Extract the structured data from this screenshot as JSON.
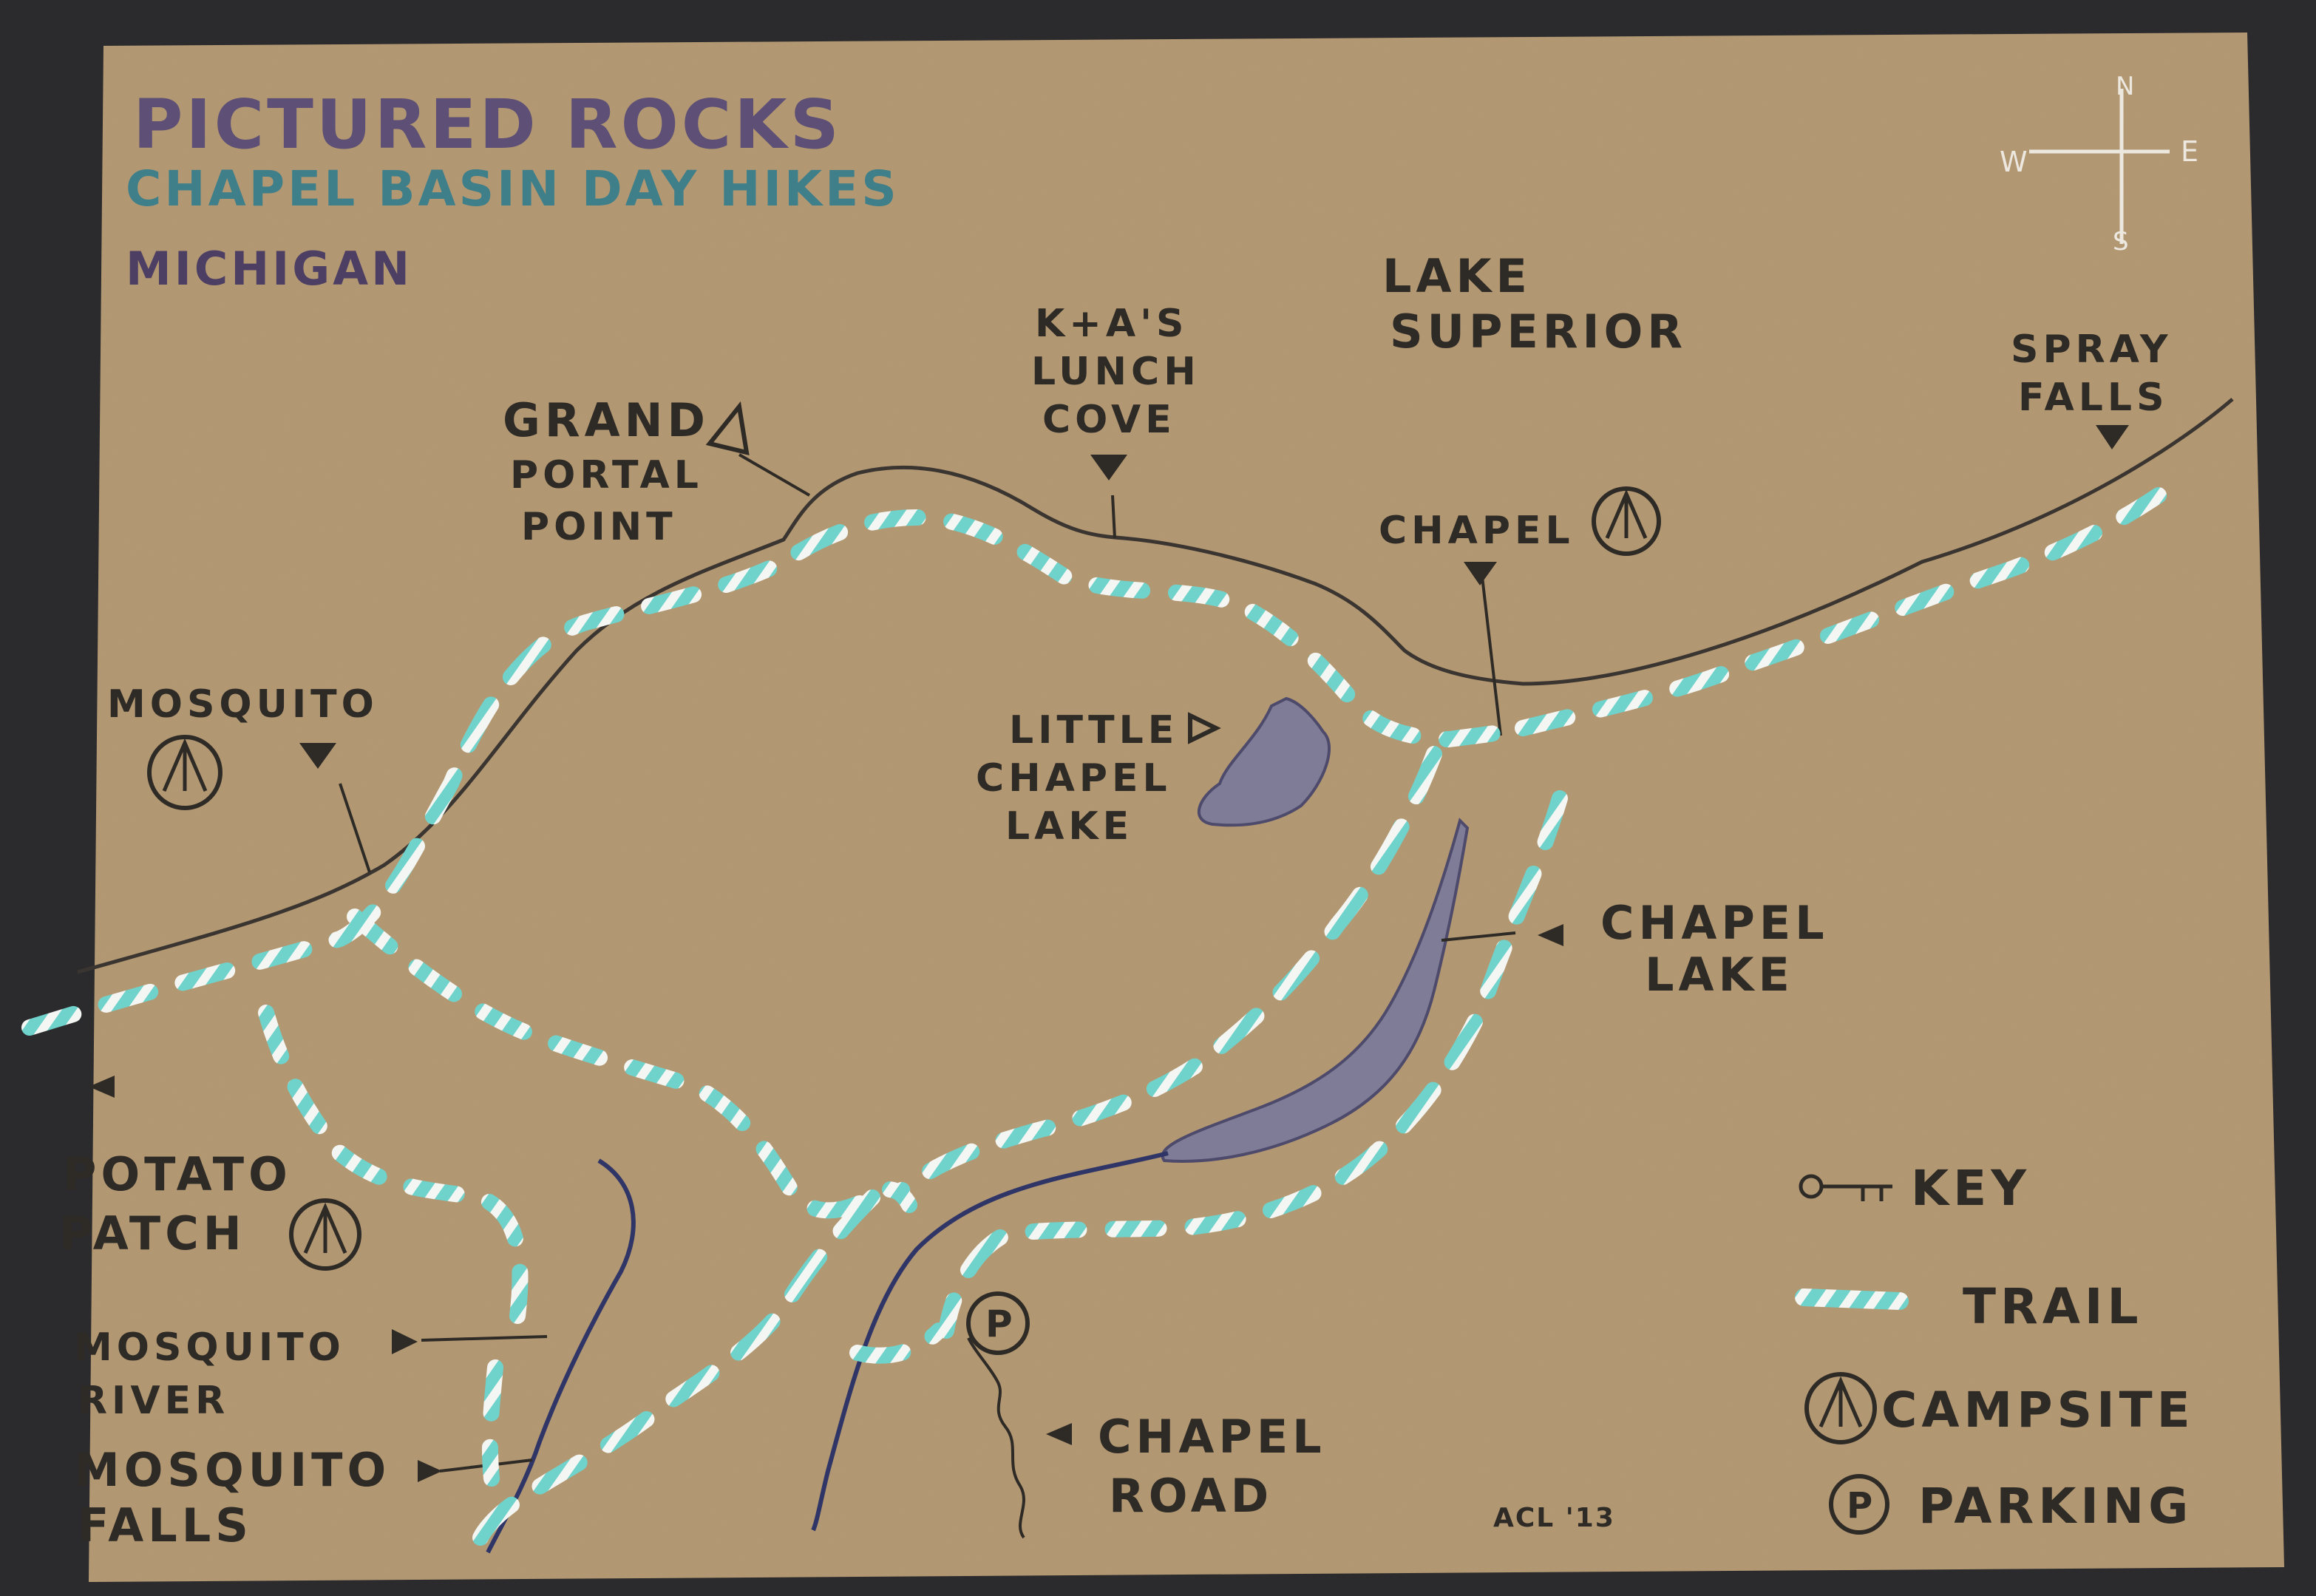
{
  "title": {
    "line1": "PICTURED ROCKS",
    "line2": "CHAPEL BASIN DAY HIKES",
    "line3": "MICHIGAN"
  },
  "compass": {
    "n": "N",
    "s": "S",
    "e": "E",
    "w": "W"
  },
  "labels": {
    "lake_superior_1": "LAKE",
    "lake_superior_2": "SUPERIOR",
    "grand_1": "GRAND",
    "grand_2": "PORTAL",
    "grand_3": "POINT",
    "kta_1": "K+A'S",
    "kta_2": "LUNCH",
    "kta_3": "COVE",
    "chapel": "CHAPEL",
    "spray_1": "SPRAY",
    "spray_2": "FALLS",
    "mosquito": "MOSQUITO",
    "little_1": "LITTLE",
    "little_2": "CHAPEL",
    "little_3": "LAKE",
    "chapel_lake_1": "CHAPEL",
    "chapel_lake_2": "LAKE",
    "potato_1": "POTATO",
    "potato_2": "PATCH",
    "mosquito_river_1": "MOSQUITO",
    "mosquito_river_2": "RIVER",
    "mosquito_falls_1": "MOSQUITO",
    "mosquito_falls_2": "FALLS",
    "chapel_road_1": "CHAPEL",
    "chapel_road_2": "ROAD",
    "signature": "ACL '13"
  },
  "key": {
    "title": "KEY",
    "trail": "TRAIL",
    "campsite": "CAMPSITE",
    "parking": "PARKING",
    "parking_symbol": "P"
  },
  "colors": {
    "paper": "#b39872",
    "shoreline": "#3a3530",
    "water": "#7f7c97",
    "trail_a": "#6fd3cb",
    "trail_b": "#f4f6f3"
  }
}
